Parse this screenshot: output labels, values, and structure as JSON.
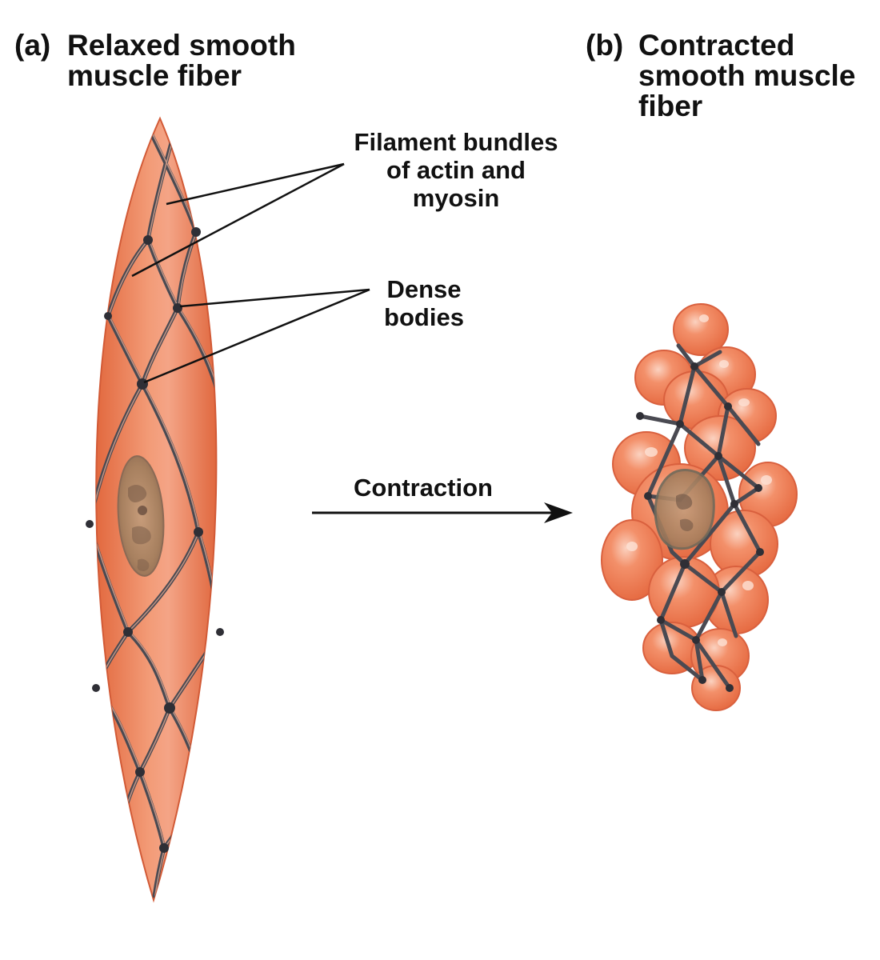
{
  "panels": {
    "a": {
      "tag": "(a)",
      "title_line1": "Relaxed smooth",
      "title_line2": "muscle fiber"
    },
    "b": {
      "tag": "(b)",
      "title_line1": "Contracted",
      "title_line2": "smooth muscle",
      "title_line3": "fiber"
    }
  },
  "labels": {
    "filaments_line1": "Filament bundles",
    "filaments_line2": "of actin and",
    "filaments_line3": "myosin",
    "dense_line1": "Dense",
    "dense_line2": "bodies",
    "contraction": "Contraction"
  },
  "colors": {
    "cell_fill": "#ee8462",
    "cell_edge": "#d9603e",
    "filament": "#4a4a52",
    "dense_body": "#2f2f36",
    "nucleus": "#b08a6a",
    "text": "#111111"
  }
}
